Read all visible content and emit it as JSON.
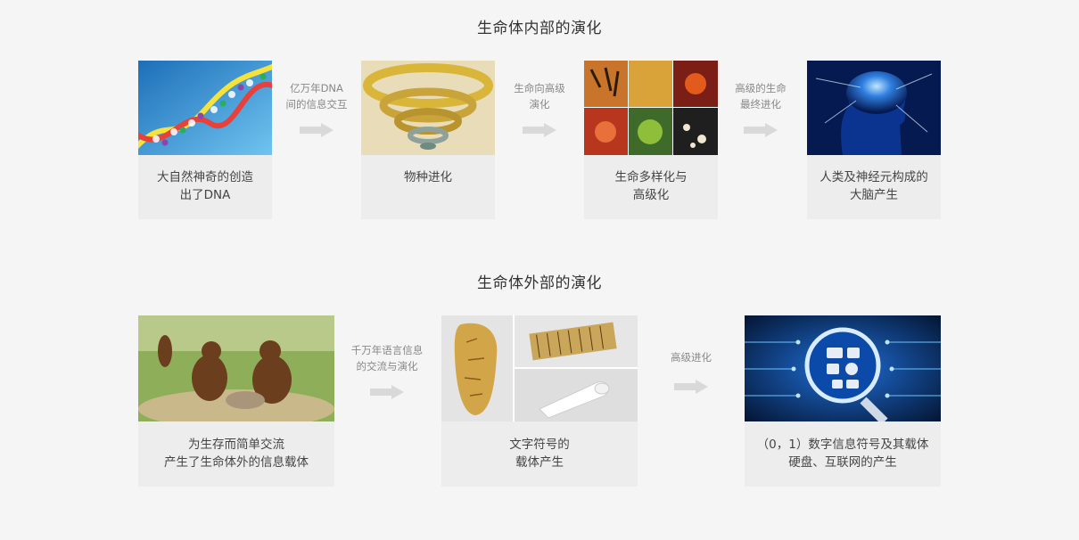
{
  "inner_section": {
    "title": "生命体内部的演化",
    "cards": [
      {
        "image": "dna-helix",
        "caption_lines": [
          "大自然神奇的创造",
          "出了DNA"
        ]
      },
      {
        "image": "species-spiral",
        "caption_lines": [
          "物种进化"
        ]
      },
      {
        "image": "animal-collage",
        "caption_lines": [
          "生命多样化与",
          "高级化"
        ]
      },
      {
        "image": "glowing-brain",
        "caption_lines": [
          "人类及神经元构成的",
          "大脑产生"
        ]
      }
    ],
    "arrows": [
      {
        "label_lines": [
          "亿万年DNA",
          "间的信息交互"
        ]
      },
      {
        "label_lines": [
          "生命向高级",
          "演化"
        ]
      },
      {
        "label_lines": [
          "高级的生命",
          "最终进化"
        ]
      }
    ]
  },
  "outer_section": {
    "title": "生命体外部的演化",
    "cards": [
      {
        "image": "early-humans",
        "caption_lines": [
          "为生存而简单交流",
          "产生了生命体外的信息载体"
        ]
      },
      {
        "image": "script-carriers",
        "caption_lines": [
          "文字符号的",
          "载体产生"
        ]
      },
      {
        "image": "digital-magnifier",
        "caption_lines": [
          "（0，1）数字信息符号及其载体",
          "硬盘、互联网的产生"
        ]
      }
    ],
    "arrows": [
      {
        "label_lines": [
          "千万年语言信息",
          "的交流与演化"
        ]
      },
      {
        "label_lines": [
          "高级进化"
        ]
      }
    ]
  },
  "colors": {
    "page_bg": "#f5f5f5",
    "card_bg": "#ededed",
    "arrow": "#d9d9d9",
    "label_text": "#888888"
  }
}
